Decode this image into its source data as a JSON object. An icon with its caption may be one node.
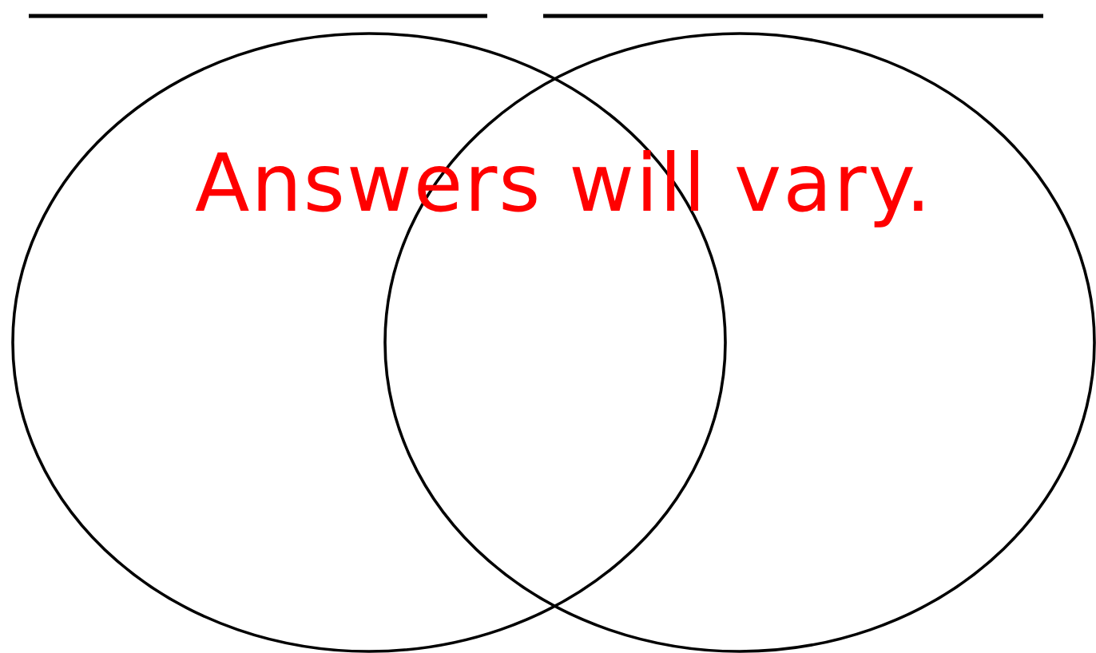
{
  "diagram": {
    "nodes": [
      {
        "text": [],
        "shape": "circle"
      },
      {
        "text": [],
        "shape": "circle"
      }
    ],
    "labels": [
      "Answers will vary."
    ]
  }
}
